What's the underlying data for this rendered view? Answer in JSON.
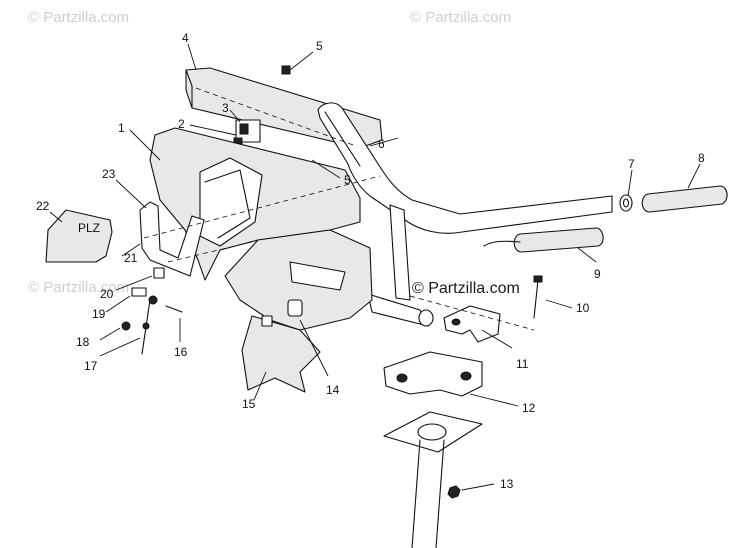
{
  "watermarks": {
    "top_left": "© Partzilla.com",
    "top_right": "© Partzilla.com",
    "left_mid": "© Partzilla.com",
    "center": "© Partzilla.com"
  },
  "callouts": {
    "c1": "1",
    "c2": "2",
    "c3": "3",
    "c4": "4",
    "c5a": "5",
    "c5b": "5",
    "c6": "6",
    "c7": "7",
    "c8": "8",
    "c9": "9",
    "c10": "10",
    "c11": "11",
    "c12": "12",
    "c13": "13",
    "c14": "14",
    "c15": "15",
    "c16": "16",
    "c17": "17",
    "c18": "18",
    "c19": "19",
    "c20": "20",
    "c21": "21",
    "c22": "22",
    "c23": "23"
  }
}
